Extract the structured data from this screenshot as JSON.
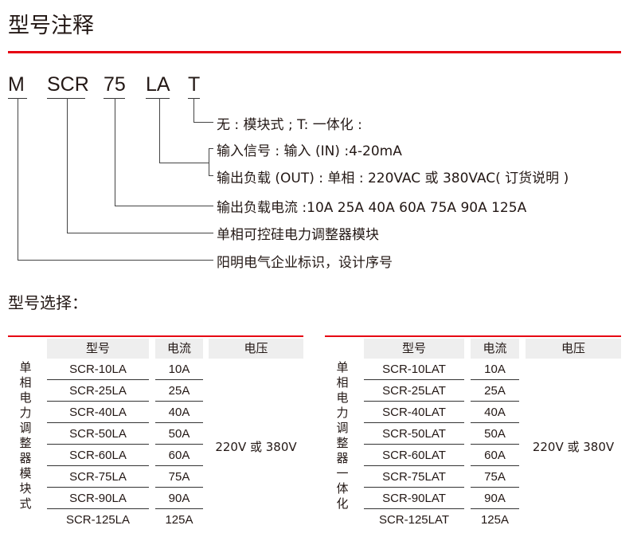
{
  "title": "型号注释",
  "code": [
    "M",
    "SCR",
    "75",
    "LA",
    "T"
  ],
  "descriptions": [
    "无 : 模块式 ; T: 一体化 :",
    "输入信号 : 输入 (IN) :4-20mA",
    "输出负载 (OUT) : 单相 : 220VAC 或 380VAC( 订货说明 )",
    "输出负载电流 :10A 25A 40A 60A 75A 90A 125A",
    "单相可控硅电力调整器模块",
    "阳明电气企业标识，设计序号"
  ],
  "selection_title": "型号选择：",
  "headers": {
    "model": "型号",
    "current": "电流",
    "voltage": "电压"
  },
  "tables": [
    {
      "label": "单相电力调整器模块式",
      "voltage": "220V 或 380V",
      "rows": [
        [
          "SCR-10LA",
          "10A"
        ],
        [
          "SCR-25LA",
          "25A"
        ],
        [
          "SCR-40LA",
          "40A"
        ],
        [
          "SCR-50LA",
          "50A"
        ],
        [
          "SCR-60LA",
          "60A"
        ],
        [
          "SCR-75LA",
          "75A"
        ],
        [
          "SCR-90LA",
          "90A"
        ],
        [
          "SCR-125LA",
          "125A"
        ]
      ]
    },
    {
      "label": "单相电力调整器一体化",
      "voltage": "220V 或 380V",
      "rows": [
        [
          "SCR-10LAT",
          "10A"
        ],
        [
          "SCR-25LAT",
          "25A"
        ],
        [
          "SCR-40LAT",
          "40A"
        ],
        [
          "SCR-50LAT",
          "50A"
        ],
        [
          "SCR-60LAT",
          "60A"
        ],
        [
          "SCR-75LAT",
          "75A"
        ],
        [
          "SCR-90LAT",
          "90A"
        ],
        [
          "SCR-125LAT",
          "125A"
        ]
      ]
    }
  ],
  "colors": {
    "accent": "#e60012",
    "header_bg": "#eeeeee"
  }
}
